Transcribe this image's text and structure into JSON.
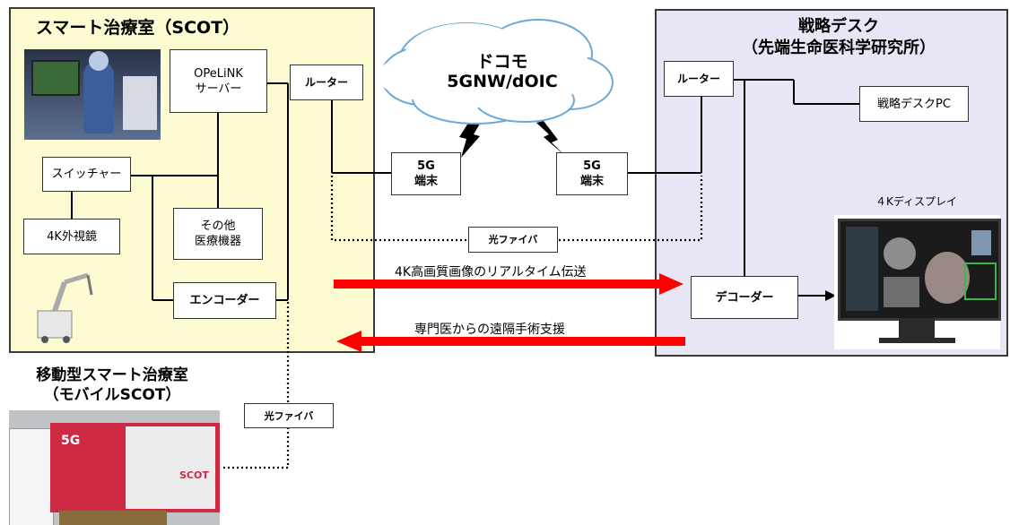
{
  "scot": {
    "title": "スマート治療室（SCOT）",
    "opelink_line1": "OPeLiNK",
    "opelink_line2": "サーバー",
    "router": "ルーター",
    "switcher": "スイッチャー",
    "scope": "4K外視鏡",
    "other_line1": "その他",
    "other_line2": "医療機器",
    "encoder": "エンコーダー"
  },
  "desk": {
    "title_line1": "戦略デスク",
    "title_line2": "（先端生命医科学研究所）",
    "router": "ルーター",
    "pc": "戦略デスクPC",
    "display_label": "４Kディスプレイ",
    "decoder": "デコーダー"
  },
  "network": {
    "cloud_line1": "ドコモ",
    "cloud_line2": "5GNW/dOIC",
    "terminal_left_line1": "5G",
    "terminal_left_line2": "端末",
    "terminal_right_line1": "5G",
    "terminal_right_line2": "端末",
    "fiber_top": "光ファイバ",
    "fiber_bottom": "光ファイバ"
  },
  "flows": {
    "upstream": "4K高画質画像のリアルタイム伝送",
    "downstream": "専門医からの遠隔手術支援"
  },
  "mobile": {
    "title_line1": "移動型スマート治療室",
    "title_line2": "（モバイルSCOT）",
    "truck_text_5g": "5G",
    "truck_text_scot": "SCOT"
  },
  "colors": {
    "scot_panel": "#fdfbd2",
    "desk_panel": "#e7e6f4",
    "arrow": "#ff0000",
    "cloud_fill": "#ffffff",
    "cloud_stroke": "#6aa9d8"
  }
}
